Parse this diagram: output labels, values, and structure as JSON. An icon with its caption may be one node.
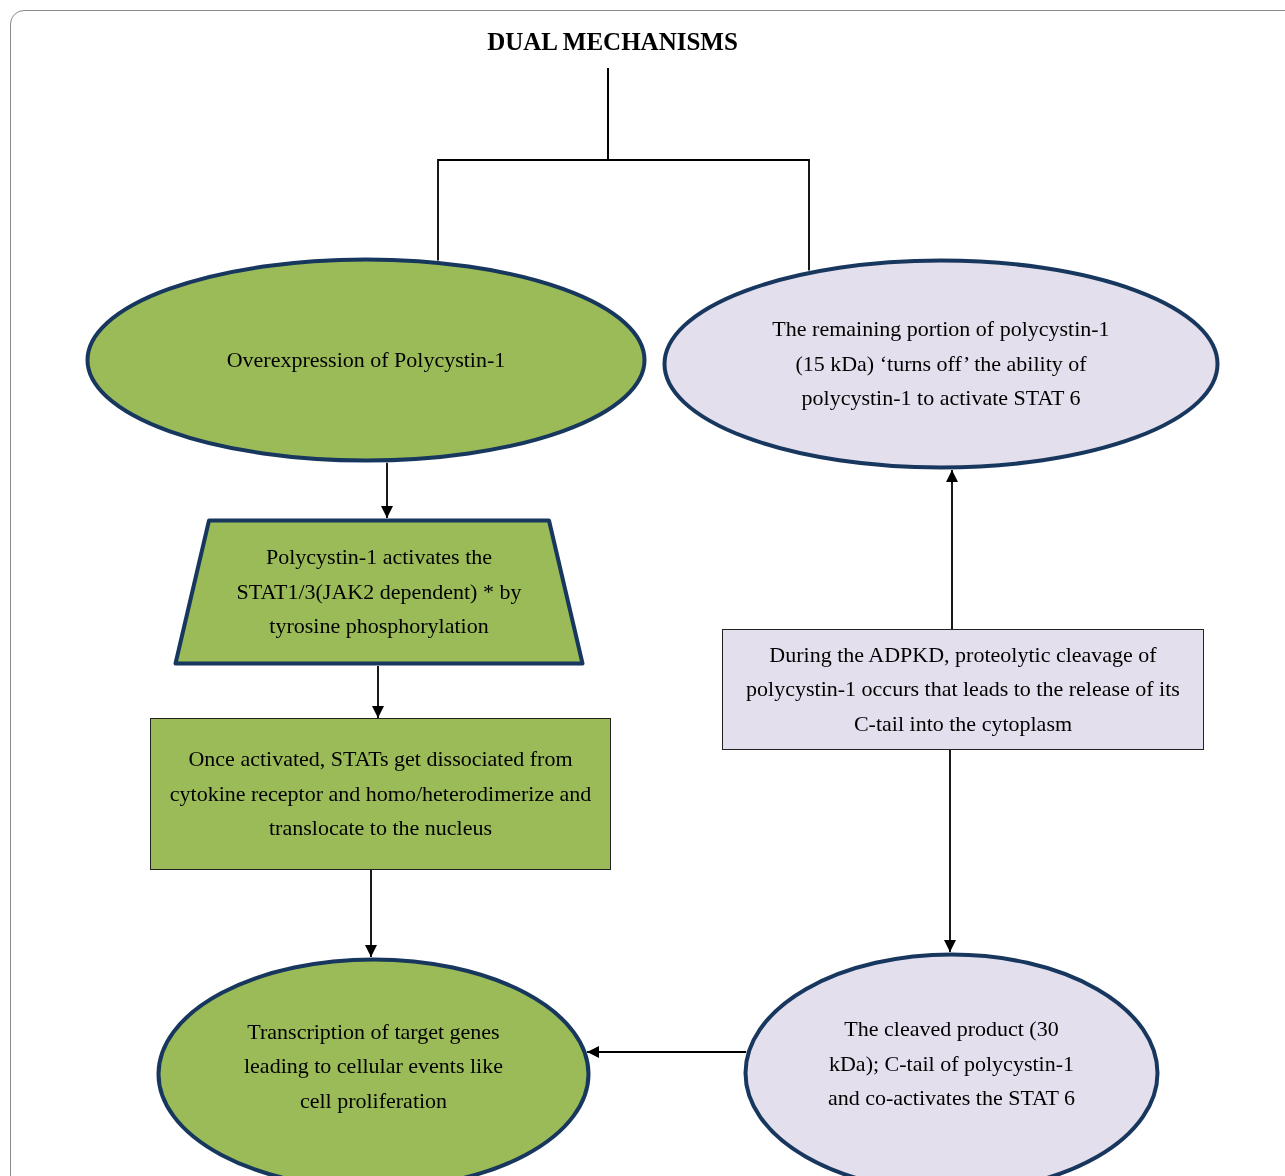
{
  "diagram": {
    "nodes": [
      {
        "text": [
          "DUAL MECHANISMS"
        ]
      },
      {
        "text": [
          "Overexpression of Polycystin-1"
        ]
      },
      {
        "text": [
          "The remaining portion of polycystin-1 (15 kDa) ‘turns off’ the ability of polycystin-1 to activate STAT 6"
        ]
      },
      {
        "text": [
          "Polycystin-1 activates the STAT1/3(JAK2 dependent) * by tyrosine phosphorylation"
        ]
      },
      {
        "text": [
          "During the ADPKD, proteolytic cleavage of polycystin-1 occurs that leads to the release of its C-tail into the cytoplasm"
        ]
      },
      {
        "text": [
          "Once activated, STATs get dissociated from cytokine receptor and homo/heterodimerize and translocate to the nucleus"
        ]
      },
      {
        "text": [
          "Transcription of target genes leading to cellular events like cell proliferation"
        ]
      },
      {
        "text": [
          "The cleaved product (30 kDa); C-tail of polycystin-1 and co-activates the STAT 6"
        ]
      }
    ],
    "edges": [
      {
        "from": 0,
        "to": 1,
        "arrow": "none"
      },
      {
        "from": 0,
        "to": 2,
        "arrow": "none"
      },
      {
        "from": 1,
        "to": 3,
        "arrow": "to"
      },
      {
        "from": 3,
        "to": 5,
        "arrow": "to"
      },
      {
        "from": 5,
        "to": 6,
        "arrow": "to"
      },
      {
        "from": 4,
        "to": 2,
        "arrow": "to"
      },
      {
        "from": 4,
        "to": 7,
        "arrow": "to"
      },
      {
        "from": 7,
        "to": 6,
        "arrow": "to"
      }
    ]
  }
}
